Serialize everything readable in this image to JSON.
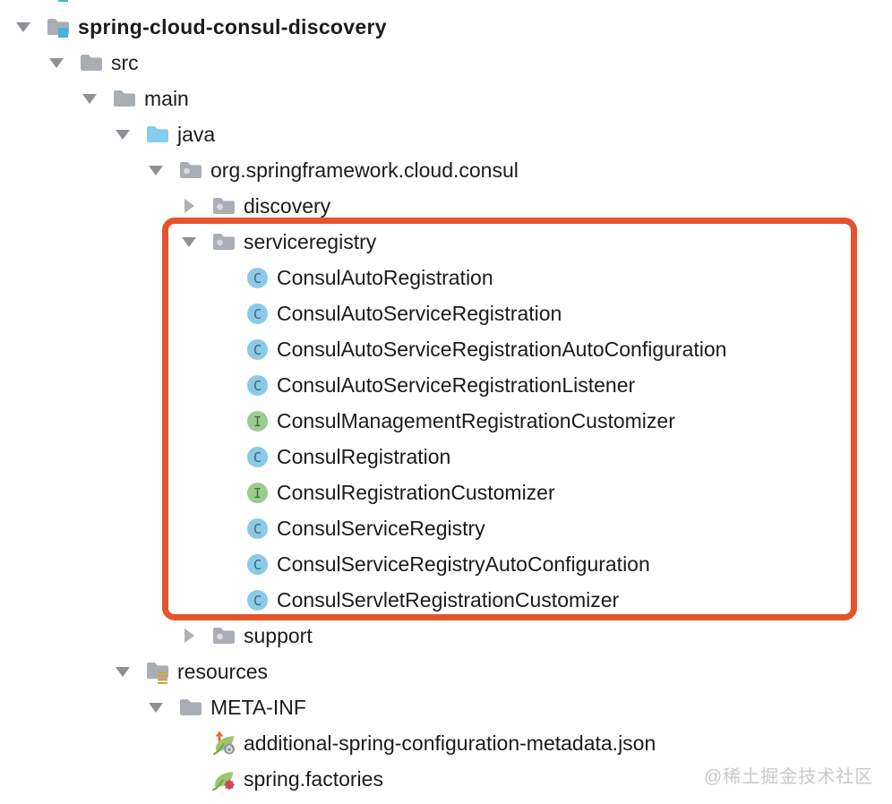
{
  "watermark": "@稀土掘金技术社区",
  "highlight": {
    "color": "#e5532d",
    "shape": "rounded-rectangle-outline"
  },
  "tree": {
    "rows": [
      {
        "label": "",
        "clipped": true,
        "level": 0,
        "arrow": "none",
        "icon": "folder-module",
        "bold": true,
        "slug": "clipped-top-row"
      },
      {
        "label": "spring-cloud-consul-discovery",
        "level": 0,
        "arrow": "expanded",
        "icon": "folder-module",
        "bold": true
      },
      {
        "label": "src",
        "level": 1,
        "arrow": "expanded",
        "icon": "folder"
      },
      {
        "label": "main",
        "level": 2,
        "arrow": "expanded",
        "icon": "folder"
      },
      {
        "label": "java",
        "level": 3,
        "arrow": "expanded",
        "icon": "folder-source"
      },
      {
        "label": "org.springframework.cloud.consul",
        "level": 4,
        "arrow": "expanded",
        "icon": "package"
      },
      {
        "label": "discovery",
        "level": 5,
        "arrow": "collapsed",
        "icon": "package"
      },
      {
        "label": "serviceregistry",
        "level": 5,
        "arrow": "expanded",
        "icon": "package",
        "highlighted": true
      },
      {
        "label": "ConsulAutoRegistration",
        "level": 6,
        "arrow": "none",
        "icon": "class",
        "highlighted": true
      },
      {
        "label": "ConsulAutoServiceRegistration",
        "level": 6,
        "arrow": "none",
        "icon": "class",
        "highlighted": true
      },
      {
        "label": "ConsulAutoServiceRegistrationAutoConfiguration",
        "level": 6,
        "arrow": "none",
        "icon": "class",
        "highlighted": true
      },
      {
        "label": "ConsulAutoServiceRegistrationListener",
        "level": 6,
        "arrow": "none",
        "icon": "class",
        "highlighted": true
      },
      {
        "label": "ConsulManagementRegistrationCustomizer",
        "level": 6,
        "arrow": "none",
        "icon": "interface",
        "highlighted": true
      },
      {
        "label": "ConsulRegistration",
        "level": 6,
        "arrow": "none",
        "icon": "class",
        "highlighted": true
      },
      {
        "label": "ConsulRegistrationCustomizer",
        "level": 6,
        "arrow": "none",
        "icon": "interface",
        "highlighted": true
      },
      {
        "label": "ConsulServiceRegistry",
        "level": 6,
        "arrow": "none",
        "icon": "class",
        "highlighted": true
      },
      {
        "label": "ConsulServiceRegistryAutoConfiguration",
        "level": 6,
        "arrow": "none",
        "icon": "class",
        "highlighted": true
      },
      {
        "label": "ConsulServletRegistrationCustomizer",
        "level": 6,
        "arrow": "none",
        "icon": "class",
        "highlighted": true
      },
      {
        "label": "support",
        "level": 5,
        "arrow": "collapsed",
        "icon": "package"
      },
      {
        "label": "resources",
        "level": 3,
        "arrow": "expanded",
        "icon": "folder-resources"
      },
      {
        "label": "META-INF",
        "level": 4,
        "arrow": "expanded",
        "icon": "folder"
      },
      {
        "label": "additional-spring-configuration-metadata.json",
        "level": 5,
        "arrow": "none",
        "icon": "spring-config"
      },
      {
        "label": "spring.factories",
        "level": 5,
        "arrow": "none",
        "icon": "spring-factories"
      }
    ]
  }
}
